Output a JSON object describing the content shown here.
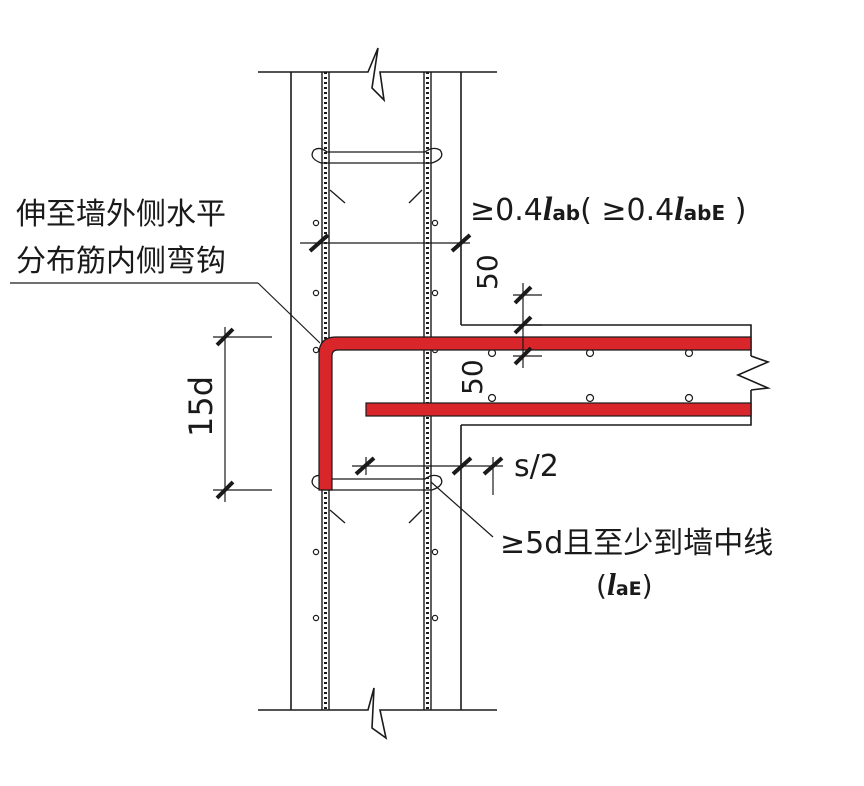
{
  "labels": {
    "hook_note_line1": "伸至墙外侧水平",
    "hook_note_line2": "分布筋内侧弯钩",
    "dim_15d": "15d",
    "dim_50_upper": "50",
    "dim_50_lower": "50",
    "dim_s2": "s/2",
    "anchor_upper_prefix": "≥0.4",
    "anchor_upper_l1": "l",
    "anchor_upper_sub1": "ab",
    "anchor_upper_mid": "( ≥0.4",
    "anchor_upper_l2": "l",
    "anchor_upper_sub2": "abE",
    "anchor_upper_suffix": " )",
    "anchor_lower_line1": "≥5d且至少到墙中线",
    "anchor_lower_open": "(",
    "anchor_lower_l": "l",
    "anchor_lower_sub": "aE",
    "anchor_lower_close": ")"
  },
  "colors": {
    "rebar_highlight": "#d8262b",
    "line": "#1a1a1a",
    "background": "#ffffff"
  }
}
